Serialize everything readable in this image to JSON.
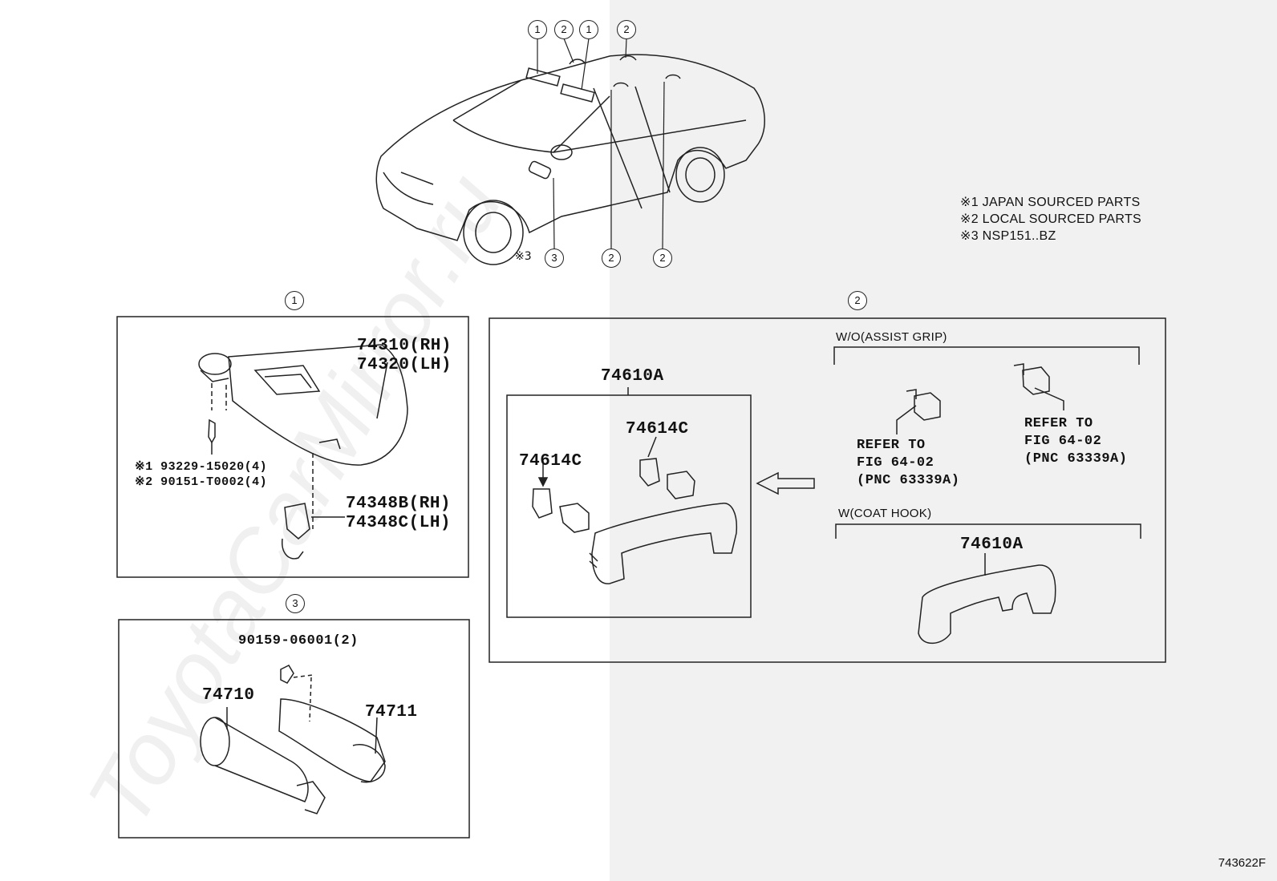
{
  "watermark": "ToyotaCarMirror.ru",
  "notes": {
    "n1": "※1 JAPAN SOURCED PARTS",
    "n2": "※2 LOCAL SOURCED PARTS",
    "n3": "※3 NSP151..BZ"
  },
  "callouts": {
    "top": [
      "1",
      "2",
      "1",
      "2"
    ],
    "bottom": [
      "3",
      "2",
      "2"
    ],
    "bottom_prefix": "※3",
    "section1": "1",
    "section2": "2",
    "section3": "3"
  },
  "section1": {
    "visor_rh": "74310(RH)",
    "visor_lh": "74320(LH)",
    "screw1": "※1 93229-15020(4)",
    "screw2": "※2 90151-T0002(4)",
    "holder_rh": "74348B(RH)",
    "holder_lh": "74348C(LH)"
  },
  "section2": {
    "grip_main": "74610A",
    "cap_right": "74614C",
    "cap_left": "74614C",
    "wo_assist_grip": "W/O(ASSIST GRIP)",
    "refer_a": [
      "REFER TO",
      "FIG 64-02",
      "(PNC 63339A)"
    ],
    "refer_b": [
      "REFER TO",
      "FIG 64-02",
      "(PNC 63339A)"
    ],
    "w_coat_hook": "W(COAT HOOK)",
    "grip_coat": "74610A"
  },
  "section3": {
    "bolt": "90159-06001(2)",
    "part_a": "74710",
    "part_b": "74711"
  },
  "figure_code": "743622F"
}
